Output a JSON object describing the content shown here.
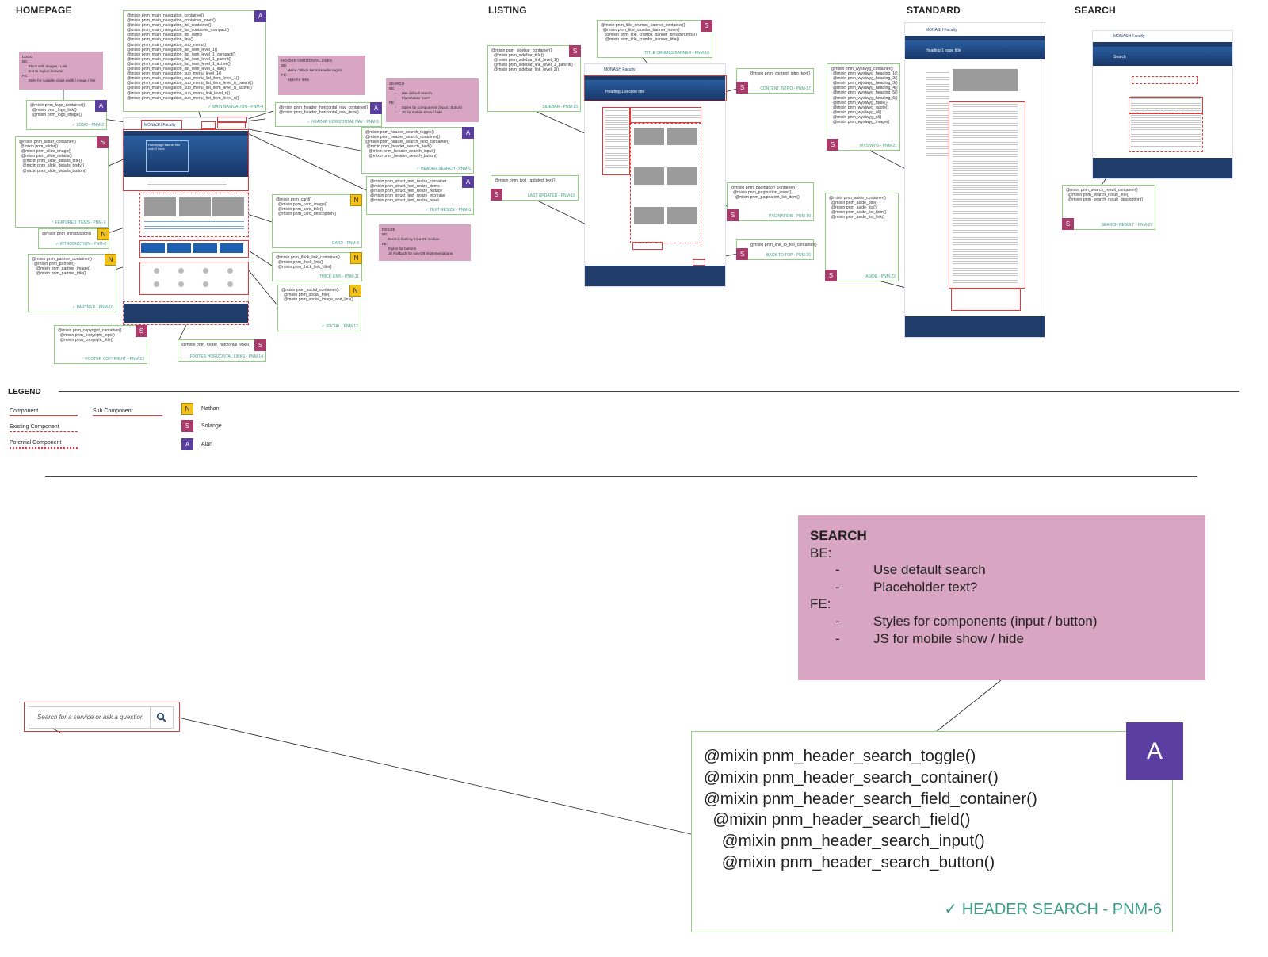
{
  "sections": {
    "homepage": "HOMEPAGE",
    "listing": "LISTING",
    "standard": "STANDARD",
    "search": "SEARCH"
  },
  "brand": "MONASH Faculty",
  "badges": {
    "A": "A",
    "S": "S",
    "N": "N"
  },
  "homepage": {
    "nav_box": {
      "code": "@mixin pnm_main_navigation_container()\n@mixin pnm_main_navigation_container_inner()\n@mixin pnm_main_navigation_list_container()\n@mixin pnm_main_navigation_list_container_compact()\n@mixin pnm_main_navigation_list_item()\n@mixin pnm_main_navigation_link()\n@mixin pnm_main_navigation_sub_menu()\n@mixin pnm_main_navigation_list_item_level_1()\n@mixin pnm_main_navigation_list_item_level_1_compact()\n@mixin pnm_main_navigation_list_item_level_1_parent()\n@mixin pnm_main_navigation_list_item_level_1_active()\n@mixin pnm_main_navigation_list_item_level_1_link()\n@mixin pnm_main_navigation_sub_menu_level_1()\n@mixin pnm_main_navigation_sub_menu_list_item_level_1()\n@mixin pnm_main_navigation_sub_menu_list_item_level_n_parent()\n@mixin pnm_main_navigation_sub_menu_list_item_level_n_active()\n@mixin pnm_main_navigation_sub_menu_link_level_n()\n@mixin pnm_main_navigation_sub_menu_list_item_level_n()",
      "tick": "✓ MAIN NAVIGATION - PNM-4"
    },
    "logo_note": "LOGO\nBE:\n      Block with images / Link\n      text to region browser\nFE:\n      Style for suitable class width / image / link",
    "logo_box": {
      "code": "@mixin pnm_logo_container()\n  @mixin pnm_logo_link()\n  @mixin pnm_logo_image()",
      "tick": "✓ LOGO - PNM-2"
    },
    "header_links_note": "HEADER HORIZONTAL LINKS\nBE:\n      Menu / Block set to Header region\nFE:\n      Style for links",
    "header_links_box": {
      "code": "@mixin pnm_header_horizontal_nav_container()\n@mixin pnm_header_horizontal_nav_item()",
      "tick": "✓ HEADER HORIZONTAL NAV - PNM-5"
    },
    "search_note": "SEARCH\nBE:\n      -     Use default search\n      -     Placeholder text?\nFE:\n      -     Styles for components (input / button)\n      -     JS for mobile show / hide",
    "header_search_box": {
      "code": "@mixin pnm_header_search_toggle()\n@mixin pnm_header_search_container()\n@mixin pnm_header_search_field_container()\n @mixin pnm_header_search_field()\n   @mixin pnm_header_search_input()\n   @mixin pnm_header_search_button()",
      "tick": "✓ HEADER SEARCH - PNM-6"
    },
    "slider_box": {
      "code": "@mixin pnm_slider_container()\n @mixin pnm_slider()\n  @mixin pnm_slide_image()\n  @mixin pnm_slide_details()\n   @mixin pnm_slide_details_title()\n   @mixin pnm_slide_details_body()\n   @mixin pnm_slide_details_button()",
      "tick": "✓ FEATURED ITEMS - PNM-7"
    },
    "resize_box": {
      "code": "@mixin pnm_struct_text_resize_container\n@mixin pnm_struct_text_resize_items\n@mixin pnm_struct_text_resize_reduce\n@mixin pnm_struct_text_resize_increase\n@mixin pnm_struct_text_resize_reset",
      "tick": "✓ TEXT RESIZE - PNM-3"
    },
    "resize_note": "RESIZE\nBE:\n      Scott is looking for a D8 module\nFE:\n      Styles for buttons\n      JS Fallback for non-D8 implementations",
    "intro_box": {
      "code": "@mixin pnm_introduction()",
      "tick": "✓ INTRODUCTION - PNM-8"
    },
    "card_box": {
      "code": "@mixin pnm_card()\n  @mixin pnm_card_image()\n  @mixin pnm_card_title()\n  @mixin pnm_card_description()",
      "tick": "CARD - PNM-9"
    },
    "partner_box": {
      "code": "@mixin pnm_partner_container()\n  @mixin pnm_partner()\n    @mixin pnm_partner_image()\n    @mixin pnm_partner_title()",
      "tick": "✓ PARTNER - PNM-10"
    },
    "thick_box": {
      "code": "@mixin pnm_thick_link_container()\n  @mixin pnm_thick_link()\n  @mixin pnm_thick_link_title()",
      "tick": "THICK LINK - PNM-11"
    },
    "social_box": {
      "code": "@mixin pnm_social_container()\n  @mixin pnm_social_title()\n  @mixin pnm_social_image_and_link()",
      "tick": "✓ SOCIAL - PNM-12"
    },
    "copyright_box": {
      "code": "@mixin pnm_copyright_container()\n  @mixin pnm_copyright_logo()\n  @mixin pnm_copyright_title()",
      "tick": "FOOTER COPYRIGHT - PNM-13"
    },
    "footer_links_box": {
      "code": "@mixin pnm_footer_horizontal_links()",
      "tick": "FOOTER HORIZONTAL LINKS - PNM-14"
    },
    "hero_title": "Homepage banner title over 2 lines"
  },
  "listing": {
    "sidebar_box": {
      "code": "@mixin pnm_sidebar_container()\n  @mixin pnm_sidebar_title()\n  @mixin pnm_sidebar_link_level_1()\n  @mixin pnm_sidebar_link_level_1_parent()\n  @mixin pnm_sidebar_link_level_2()",
      "tick": "SIDEBAR - PNM-15"
    },
    "title_crumb_box": {
      "code": "@mixin pnm_title_crumbs_banner_container()\n  @mixin pnm_title_crumbs_banner_inner()\n    @mixin pnm_title_crumbs_banner_breadcrumbs()\n    @mixin pnm_title_crumbs_banner_title()",
      "tick": "TITLE CRUMBS BANNER - PNM-16"
    },
    "content_intro_box": {
      "code": "@mixin pnm_content_intro_text()",
      "tick": "CONTENT INTRO - PNM-17"
    },
    "last_updated_box": {
      "code": "@mixin pnm_text_updated_text()",
      "tick": "LAST UPDATED - PNM-18"
    },
    "pagination_box": {
      "code": "@mixin pnm_pagination_container()\n  @mixin pnm_pagination_inner()\n    @mixin pnm_pagination_list_item()",
      "tick": "PAGINATION - PNM-19"
    },
    "back_top_box": {
      "code": "@mixin pnm_link_to_top_container()",
      "tick": "BACK TO TOP - PNM-20"
    },
    "banner_title": "Heading 1 section title"
  },
  "standard": {
    "wysiwyg_box": {
      "code": "@mixin pnm_wysiwyg_container()\n  @mixin pnm_wysiwyg_heading_1()\n  @mixin pnm_wysiwyg_heading_2()\n  @mixin pnm_wysiwyg_heading_3()\n  @mixin pnm_wysiwyg_heading_4()\n  @mixin pnm_wysiwyg_heading_5()\n  @mixin pnm_wysiwyg_heading_6()\n  @mixin pnm_wysiwyg_table()\n  @mixin pnm_wysiwyg_quote()\n  @mixin pnm_wysiwyg_ul()\n  @mixin pnm_wysiwyg_ol()\n  @mixin pnm_wysiwyg_image()",
      "tick": "WYSIWYG - PNM-21"
    },
    "aside_box": {
      "code": "@mixin pnm_aside_container()\n  @mixin pnm_aside_title()\n  @mixin pnm_aside_list()\n  @mixin pnm_aside_list_item()\n  @mixin pnm_aside_list_link()",
      "tick": "ASIDE - PNM-22"
    },
    "page_title": "Heading 1 page title"
  },
  "search": {
    "result_box": {
      "code": "@mixin pnm_search_result_container()\n  @mixin pnm_search_result_title()\n  @mixin pnm_search_result_description()",
      "tick": "SEARCH RESULT - PNM-23"
    },
    "page_title": "Search"
  },
  "legend": {
    "title": "LEGEND",
    "component": "Component",
    "sub_component": "Sub Component",
    "existing": "Existing Component",
    "potential": "Potential Component",
    "people": [
      {
        "badge": "N",
        "name": "Nathan"
      },
      {
        "badge": "S",
        "name": "Solange"
      },
      {
        "badge": "A",
        "name": "Alan"
      }
    ]
  },
  "zoom": {
    "note_title": "SEARCH",
    "note_be": "BE:",
    "note_be_items": [
      "Use default search",
      "Placeholder text?"
    ],
    "note_fe": "FE:",
    "note_fe_items": [
      "Styles for components (input / button)",
      "JS for mobile show / hide"
    ],
    "search_placeholder": "Search for a service or ask a question",
    "badge": "A",
    "code": "@mixin pnm_header_search_toggle()\n@mixin pnm_header_search_container()\n@mixin pnm_header_search_field_container()\n  @mixin pnm_header_search_field()\n    @mixin pnm_header_search_input()\n    @mixin pnm_header_search_button()",
    "tick": "✓ HEADER SEARCH - PNM-6"
  },
  "colors": {
    "annotation_box": "#8fcf7f",
    "note_pink": "#d8a5c2",
    "navy": "#1f3c6a",
    "red": "#e03a3a",
    "badge_A": "#5b3fa0",
    "badge_S": "#a93c6a",
    "badge_N": "#f2c217"
  }
}
